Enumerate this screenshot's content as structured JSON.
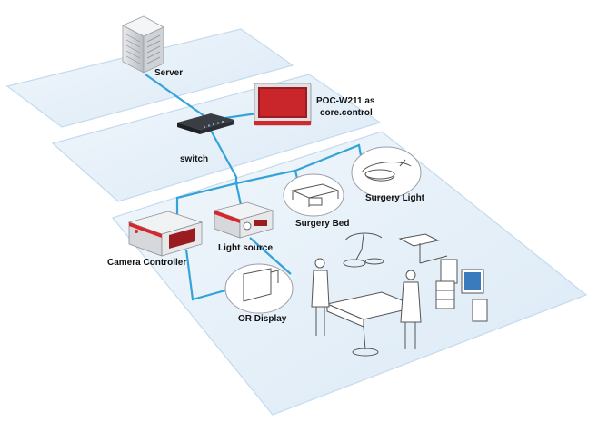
{
  "labels": {
    "server": "Server",
    "poc_line1": "POC-W211 as",
    "poc_line2": "core.control",
    "switch": "switch",
    "surgery_light": "Surgery Light",
    "surgery_bed": "Surgery Bed",
    "light_source": "Light source",
    "camera_controller": "Camera Controller",
    "or_display": "OR Display"
  },
  "colors": {
    "layer_fill": "#e8f1f9",
    "layer_stroke": "#b9d3ea",
    "link": "#35a3d8",
    "device_red": "#d9262c"
  }
}
